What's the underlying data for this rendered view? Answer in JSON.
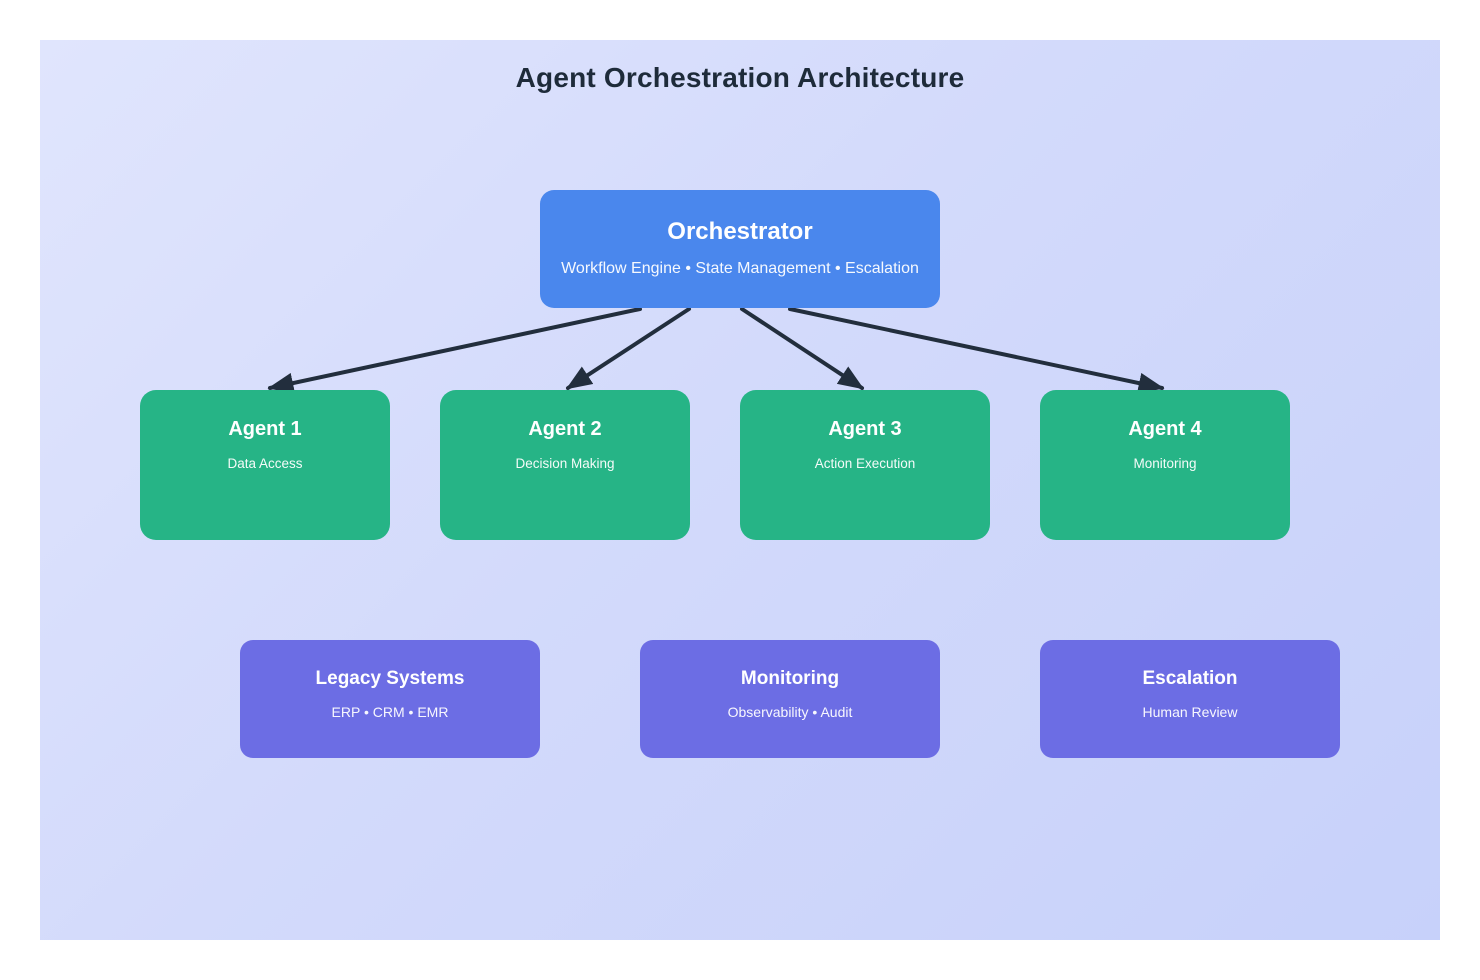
{
  "diagram": {
    "title": "Agent Orchestration Architecture",
    "orchestrator": {
      "title": "Orchestrator",
      "subtitle": "Workflow Engine • State Management • Escalation"
    },
    "agents": [
      {
        "title": "Agent 1",
        "subtitle": "Data Access"
      },
      {
        "title": "Agent 2",
        "subtitle": "Decision Making"
      },
      {
        "title": "Agent 3",
        "subtitle": "Action Execution"
      },
      {
        "title": "Agent 4",
        "subtitle": "Monitoring"
      }
    ],
    "systems": [
      {
        "title": "Legacy Systems",
        "subtitle": "ERP • CRM • EMR"
      },
      {
        "title": "Monitoring",
        "subtitle": "Observability • Audit"
      },
      {
        "title": "Escalation",
        "subtitle": "Human Review"
      }
    ],
    "colors": {
      "orchestrator_fill": "#4a87ed",
      "agent_fill": "#26b486",
      "system_fill": "#6c6de4",
      "arrow": "#222e3d",
      "title_text": "#1e2b3a",
      "node_text": "#ffffff",
      "background_start": "#e0e5fd",
      "background_end": "#c7d1fa"
    }
  }
}
